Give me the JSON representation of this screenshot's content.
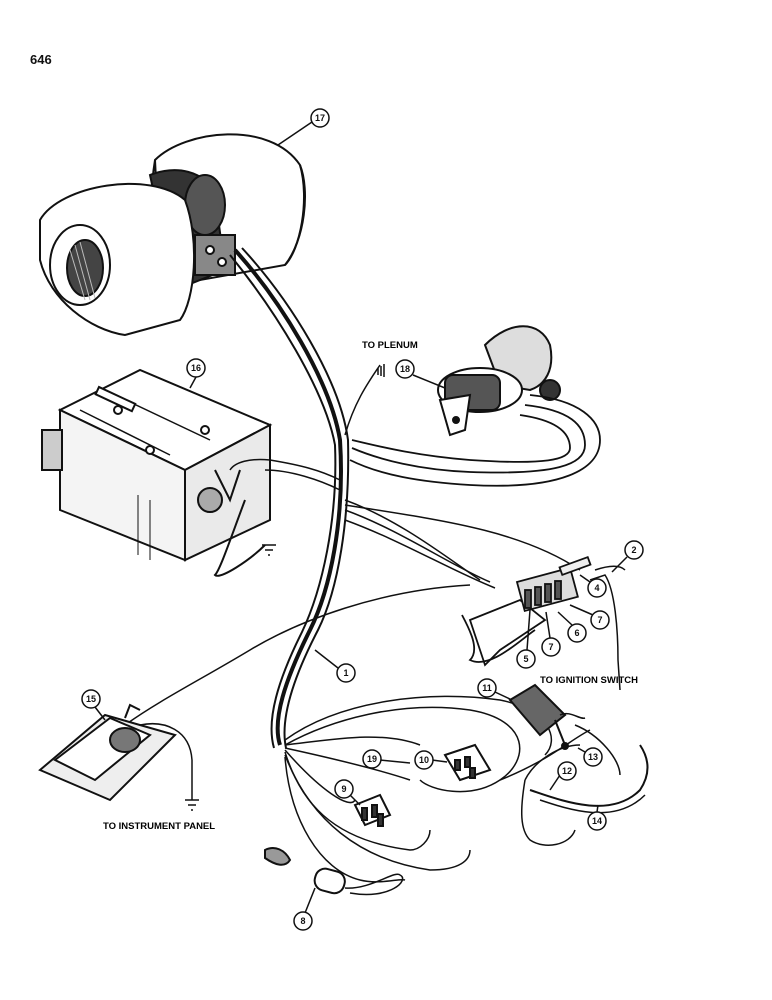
{
  "page_number": "646",
  "labels": {
    "to_plenum": "TO PLENUM",
    "to_ignition_switch": "TO IGNITION SWITCH",
    "to_instrument_panel": "TO INSTRUMENT PANEL"
  },
  "callouts": {
    "c1": "1",
    "c2": "2",
    "c4": "4",
    "c5": "5",
    "c6": "6",
    "c7a": "7",
    "c7b": "7",
    "c8": "8",
    "c9": "9",
    "c10": "10",
    "c11": "11",
    "c12": "12",
    "c13": "13",
    "c14": "14",
    "c15": "15",
    "c16": "16",
    "c17": "17",
    "c18": "18",
    "c19": "19"
  }
}
